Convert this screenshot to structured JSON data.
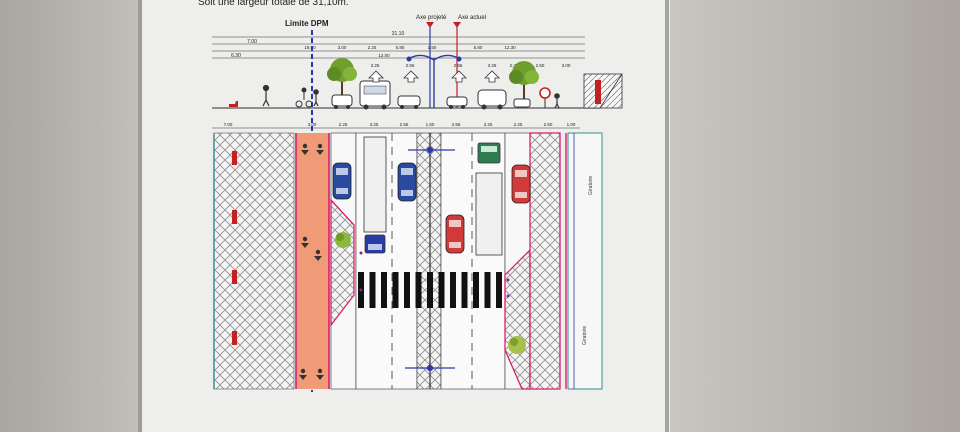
{
  "caption": "Soit une largeur totale de 31,10m.",
  "labels": {
    "limite_dpm": "Limite DPM",
    "axe_projete": "Axe projeté",
    "axe_actuel": "Axe actuel",
    "vertical_label_1": "Giratoire",
    "vertical_label_2": "Giratoire"
  },
  "section_dims": {
    "total": "31.10",
    "left_group": "7.00",
    "left_sub": "6.30",
    "row2": [
      "18.00",
      "3.00",
      "2.25",
      "5.80",
      "1.50",
      "5.80",
      "12.30"
    ],
    "row3": [
      "12.00",
      "3.25",
      "2.55",
      "2.55",
      "3.25",
      "2.25",
      "2.50",
      "3.00"
    ]
  },
  "plan_dims": [
    "7.00",
    "3.00",
    "2.25",
    "3.25",
    "2.55",
    "1.50",
    "2.55",
    "3.25",
    "2.25",
    "2.50",
    "1.00"
  ],
  "colors": {
    "bike_lane": "#f09a78",
    "magenta_line": "#d81f6e",
    "blue_line": "#2a3aa8",
    "red_line": "#c42222",
    "teal_line": "#3b8f8f",
    "tree_green": "#6fa02e"
  }
}
